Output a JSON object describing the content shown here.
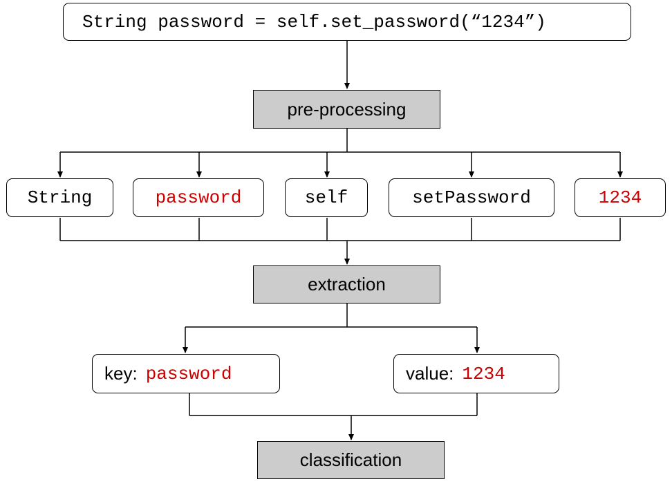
{
  "colors": {
    "sensitive_token": "#cc0000",
    "step_fill": "#cccccc",
    "line": "#000000"
  },
  "source_code": "String password = self.set_password(“1234”)",
  "steps": {
    "preprocessing": "pre-processing",
    "extraction": "extraction",
    "classification": "classification"
  },
  "tokens": [
    {
      "text": "String",
      "highlighted": false
    },
    {
      "text": "password",
      "highlighted": true
    },
    {
      "text": "self",
      "highlighted": false
    },
    {
      "text": "setPassword",
      "highlighted": false
    },
    {
      "text": "1234",
      "highlighted": true
    }
  ],
  "pairs": {
    "key": {
      "label": "key:",
      "value": "password"
    },
    "value": {
      "label": "value:",
      "value": "1234"
    }
  }
}
